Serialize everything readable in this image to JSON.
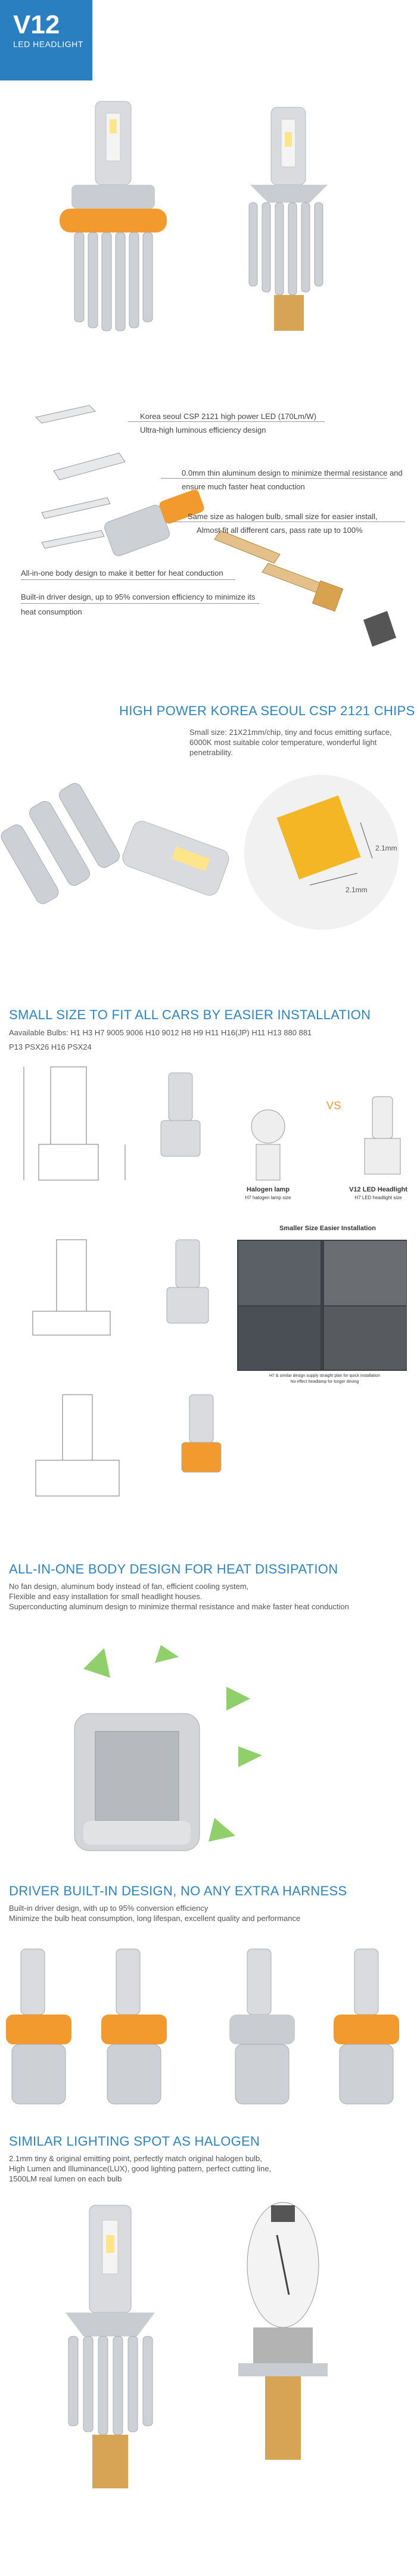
{
  "header": {
    "model": "V12",
    "subtitle": "LED HEADLIGHT"
  },
  "exploded": {
    "callouts": [
      "Korea seoul CSP 2121 high power LED  (170Lm/W)",
      "Ultra-high luminous efficiency design",
      "0.0mm thin aluminum design to minimize thermal resistance and",
      "ensure much faster heat conduction",
      "Same size as halogen bulb, small size for easier install,",
      "Almost fit all different cars, pass rate up to 100%",
      "All-in-one body design to make it better for heat conduction",
      "Built-in driver design, up to 95% conversion efficiency to minimize its",
      "heat consumption"
    ]
  },
  "chips": {
    "heading": "HIGH POWER KOREA SEOUL CSP 2121 CHIPS",
    "line1": "Small size: 21X21mm/chip, tiny and focus emitting surface,",
    "line2": "6000K most suitable color temperature, wonderful light penetrability.",
    "dim1": "2.1mm",
    "dim2": "2.1mm"
  },
  "size": {
    "heading": "SMALL SIZE TO FIT ALL CARS BY EASIER INSTALLATION",
    "line1": "Aavailable Bulbs:  H1 H3 H7 9005 9006 H10 9012 H8 H9 H11 H16(JP) H11 H13 880 881",
    "line2": "P13 PSX26 H16 PSX24",
    "vs": "VS",
    "halogen_label": "Halogen lamp",
    "halogen_sub": "H7 halogen lamp size",
    "v12_label": "V12 LED Headlight",
    "v12_sub": "H7 LED headlight size",
    "easier": "Smaller Size Easier Installation",
    "install_note": "H7 & similar design supply straight plan for quick installation",
    "install_note2": "No effect headlamp for longer driving"
  },
  "heat": {
    "heading": "ALL-IN-ONE BODY DESIGN FOR HEAT DISSIPATION",
    "line1": "No fan design,  aluminum body instead of fan, efficient cooling system,",
    "line2": "Flexible and easy installation for small headlight houses.",
    "line3": "Superconducting aluminum design to minimize thermal resistance and make faster heat conduction"
  },
  "driver": {
    "heading": "DRIVER BUILT-IN DESIGN, NO ANY EXTRA HARNESS",
    "line1": "Built-in driver design, with up to 95% conversion efficiency",
    "line2": "Minimize the bulb heat consumption, long lifespan, excellent quality and performance"
  },
  "spot": {
    "heading": "SIMILAR LIGHTING SPOT AS HALOGEN",
    "line1": "2.1mm  tiny & original emitting point, perfectly match original halogen bulb,",
    "line2": "High Lumen and Illuminance(LUX), good lighting pattern, perfect cutting line,",
    "line3": "1500LM real lumen on each bulb"
  },
  "colors": {
    "accent": "#2a7fc1",
    "heading": "#2b86c5",
    "orange": "#f29a2e",
    "arrow": "#8fd06b"
  }
}
